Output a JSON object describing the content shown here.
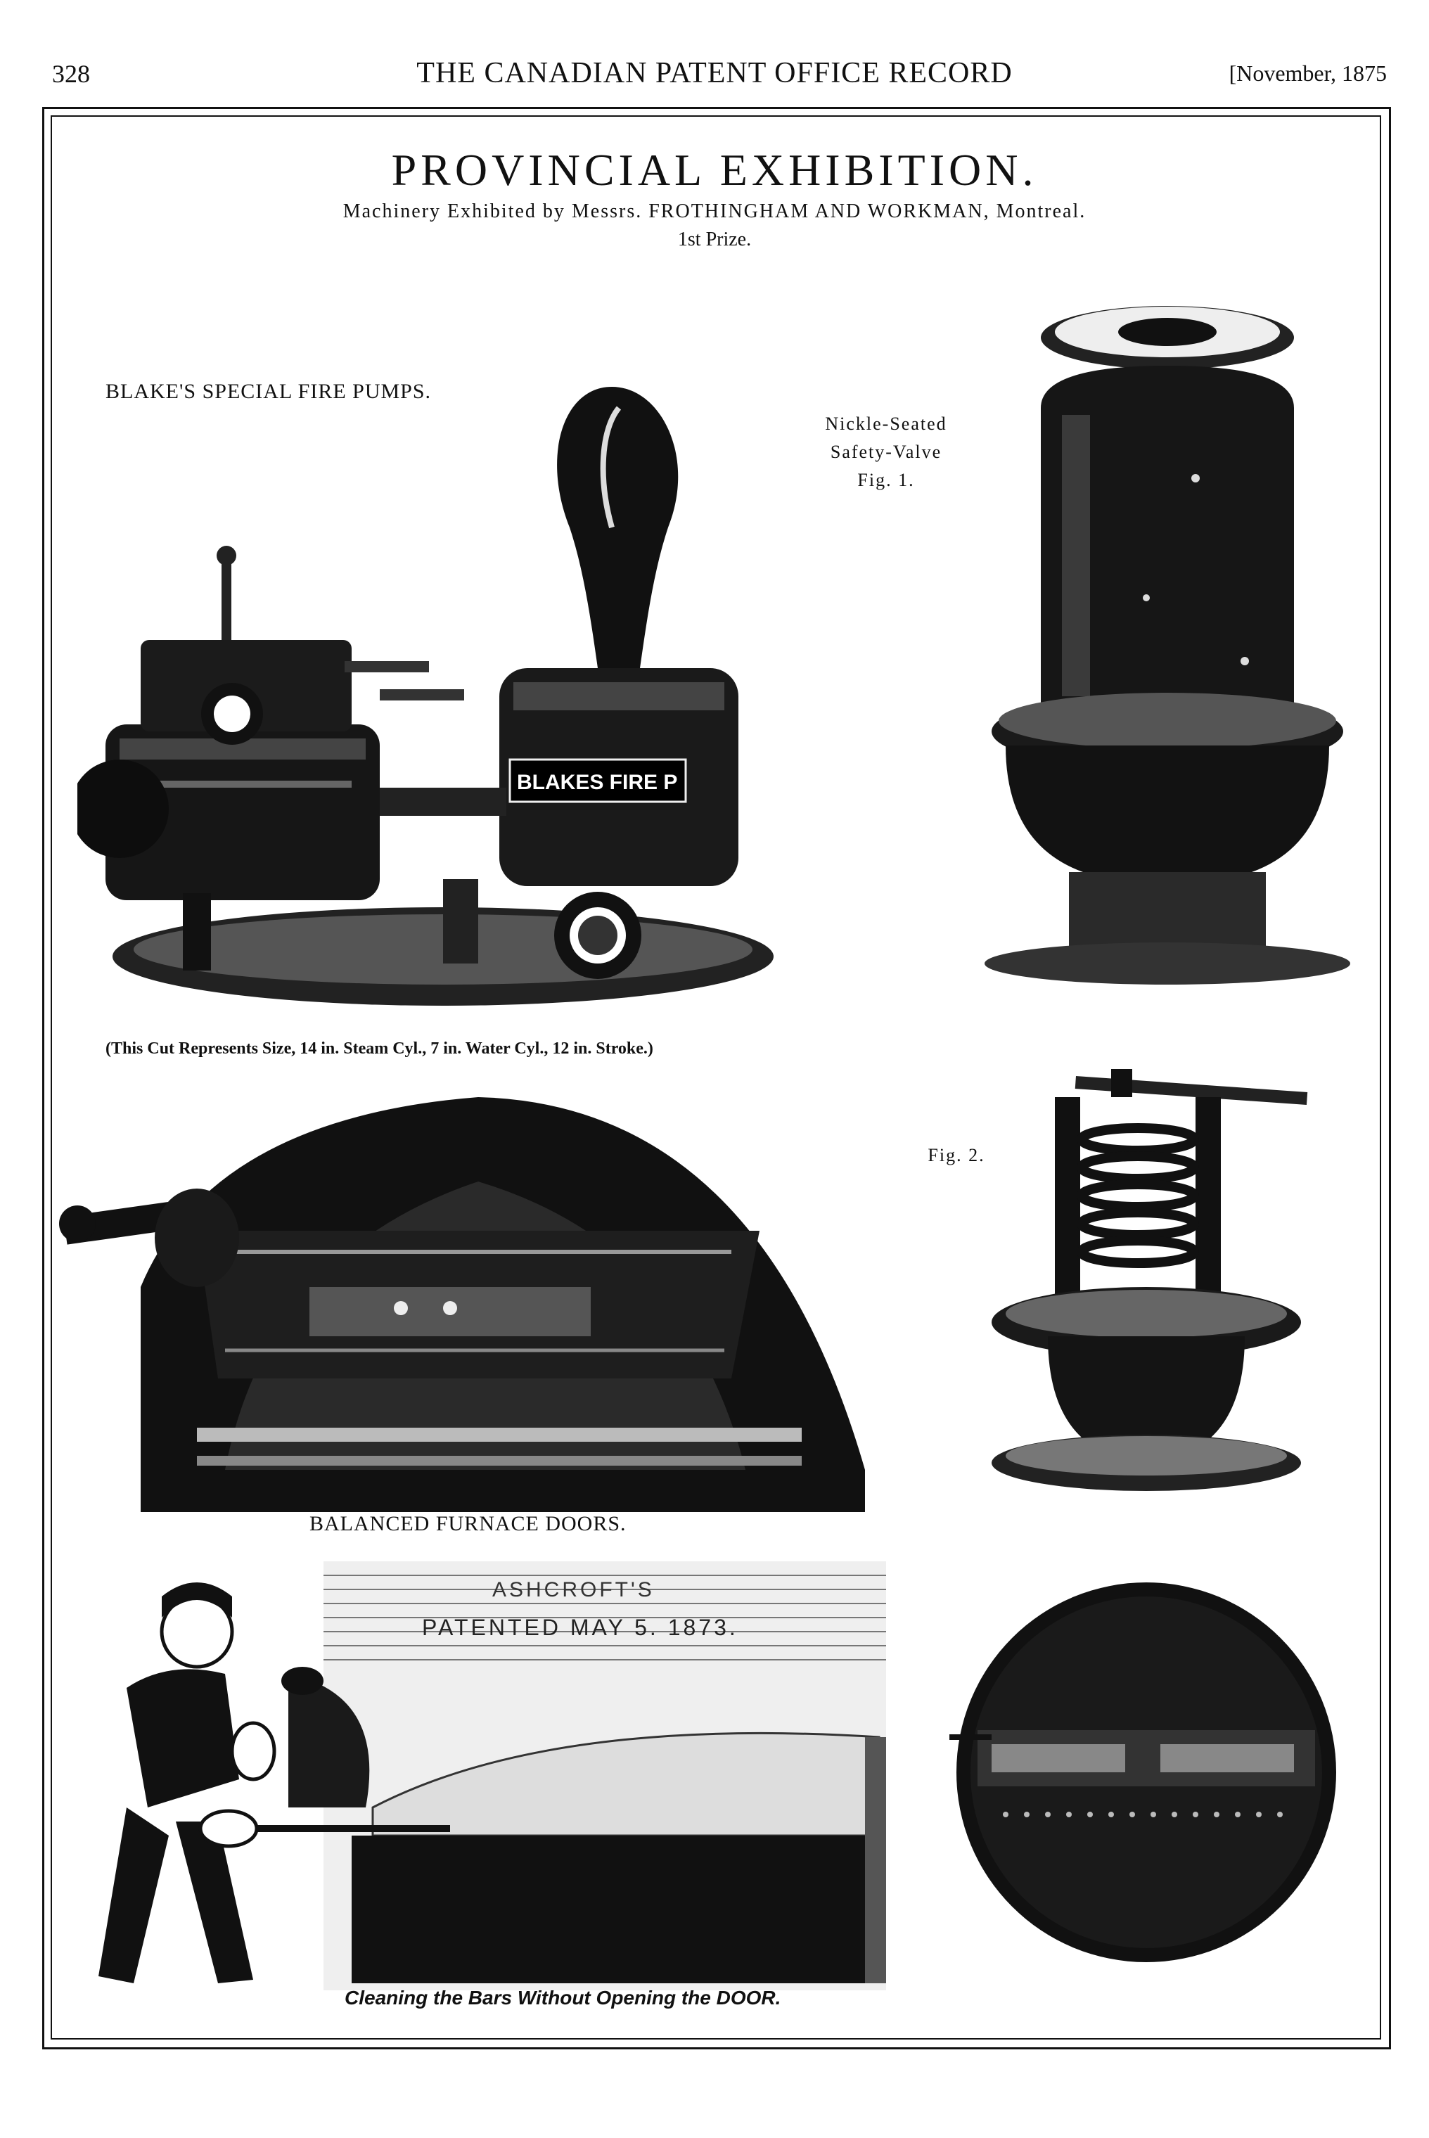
{
  "running_head": {
    "page_number": "328",
    "journal_title": "THE CANADIAN PATENT OFFICE RECORD",
    "date": "[November, 1875"
  },
  "heading": {
    "title": "PROVINCIAL EXHIBITION.",
    "subtitle": "Machinery Exhibited by Messrs. FROTHINGHAM AND WORKMAN, Montreal.",
    "prize": "1st Prize."
  },
  "captions": {
    "fire_pumps": "BLAKE'S SPECIAL FIRE PUMPS.",
    "safety_valve_line1": "Nickle-Seated",
    "safety_valve_line2": "Safety-Valve",
    "fig1": "Fig. 1.",
    "cut_note": "(This Cut Represents Size, 14 in. Steam Cyl., 7 in. Water Cyl., 12 in. Stroke.)",
    "fig2": "Fig. 2.",
    "furnace_doors": "BALANCED FURNACE DOORS.",
    "cleaning_bars": "Cleaning the Bars Without Opening the DOOR."
  },
  "engraving_text": {
    "pump_plate": "BLAKES FIRE P",
    "boiler_plate_line1": "ASHCROFT'S",
    "boiler_plate_line2": "PATENTED MAY 5. 1873."
  },
  "colors": {
    "ink": "#111111",
    "paper": "#ffffff"
  }
}
